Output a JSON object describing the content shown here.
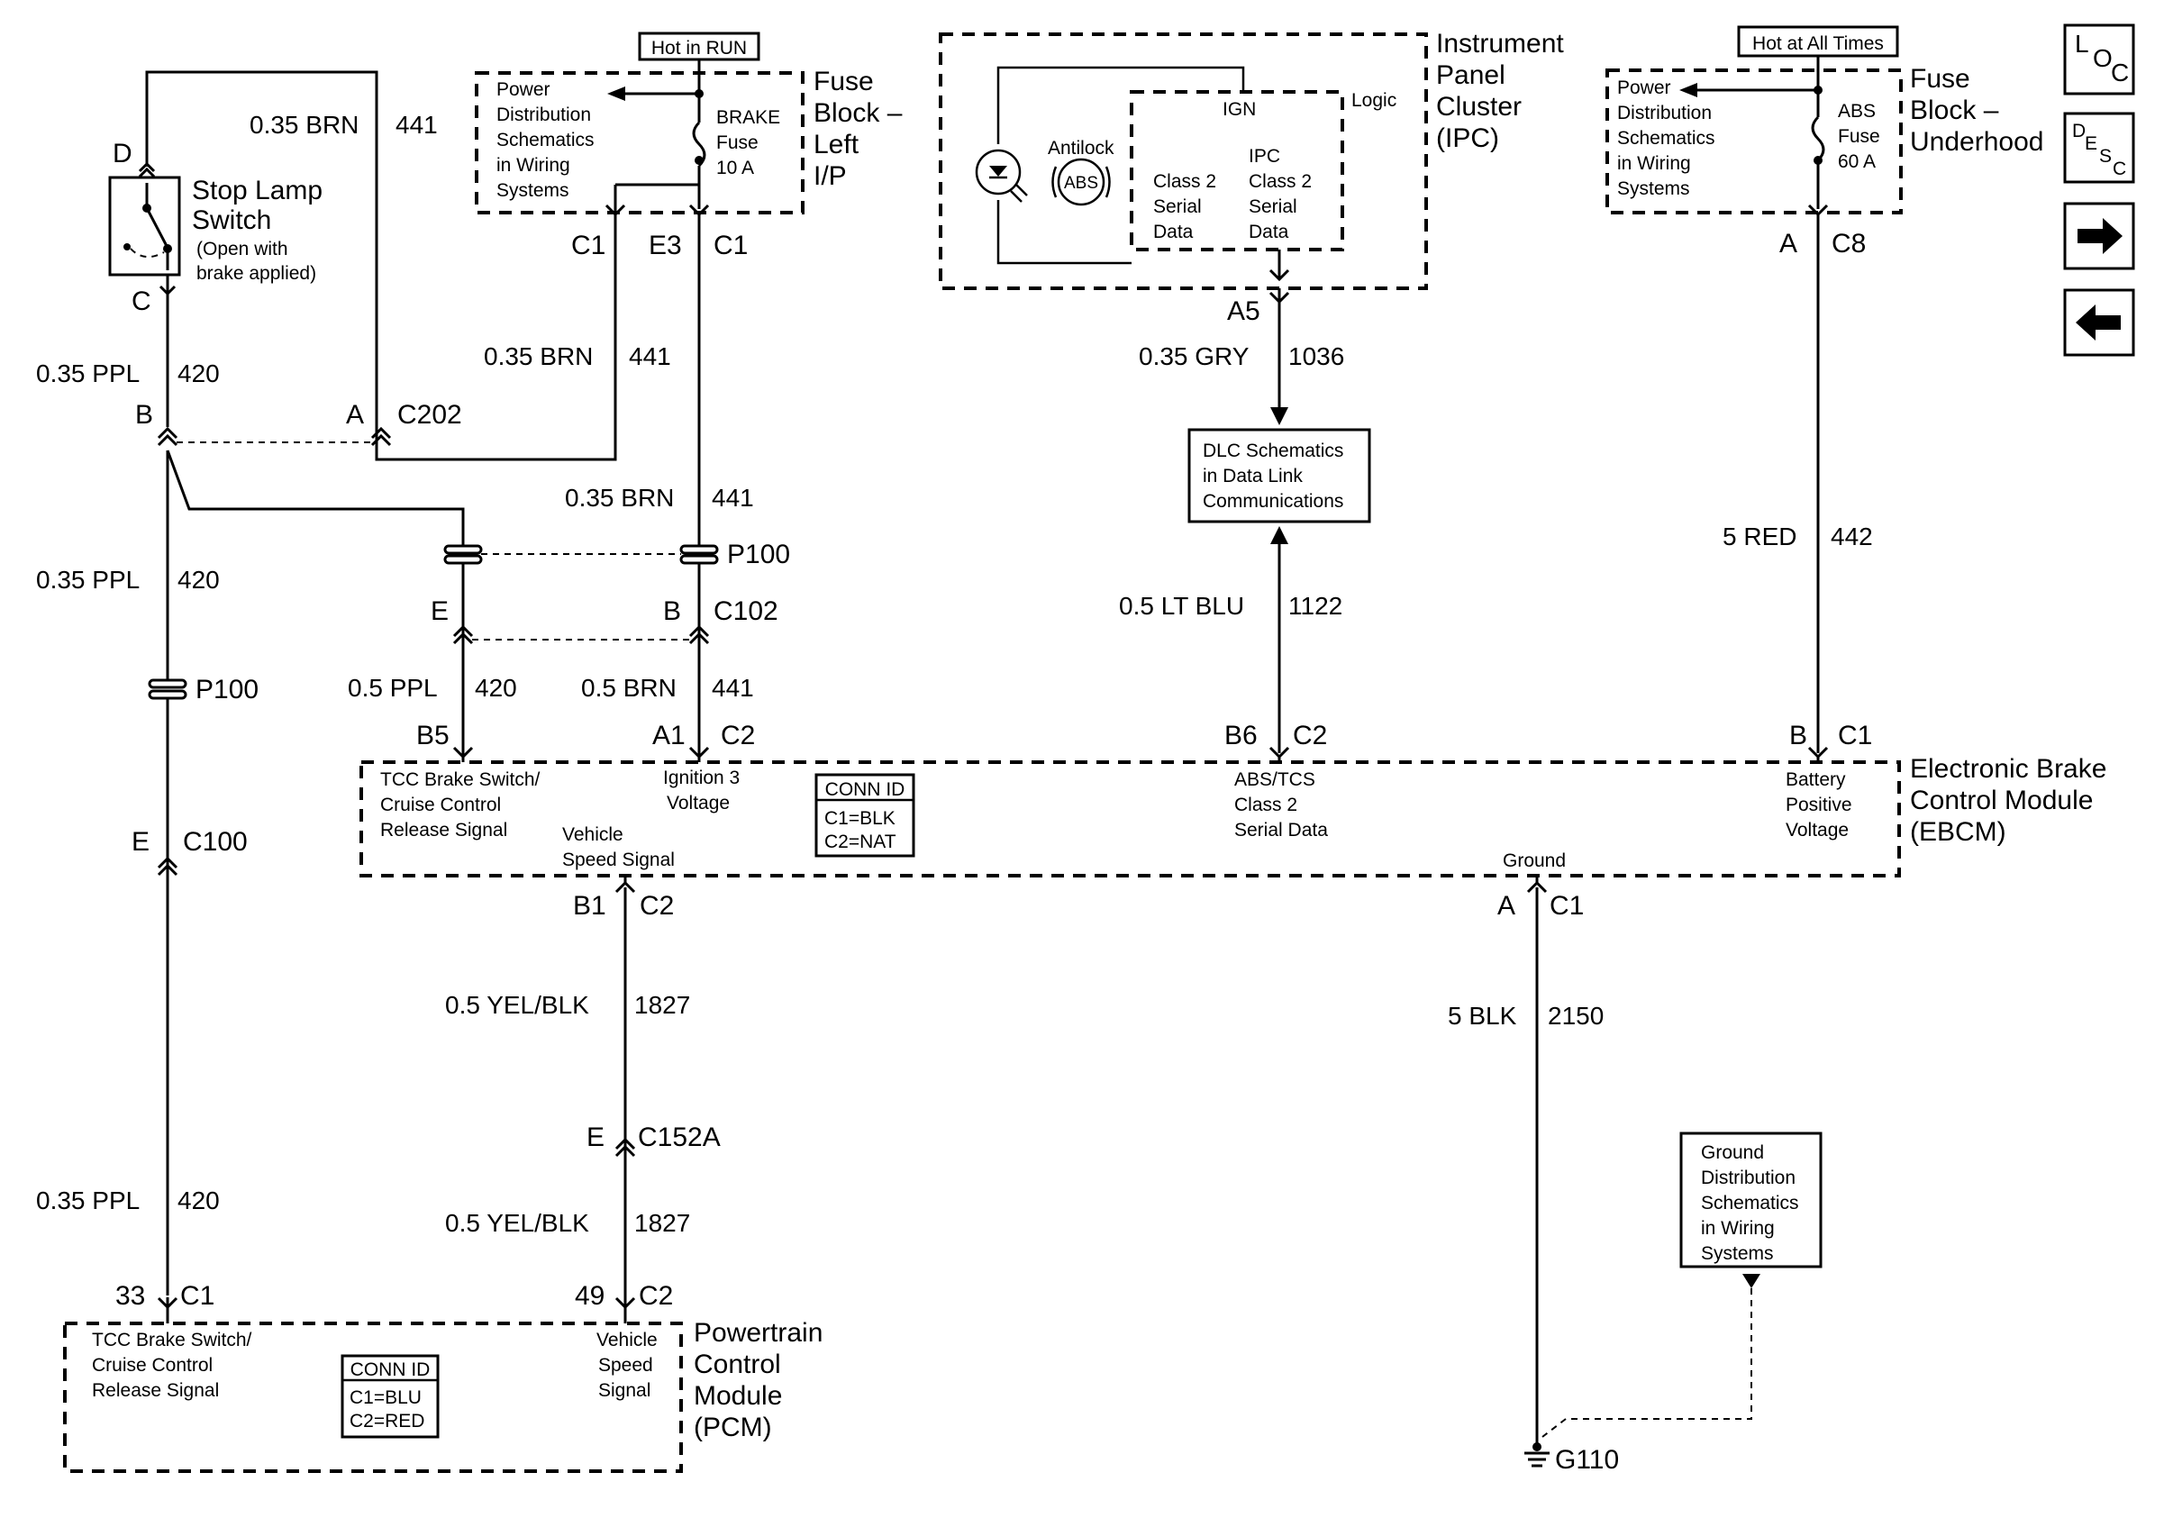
{
  "stop_lamp_switch": {
    "title_line1": "Stop Lamp",
    "title_line2": "Switch",
    "note_line1": "(Open with",
    "note_line2": "brake applied)",
    "pin_top": "D",
    "pin_bottom": "C"
  },
  "fuse_block_ip": {
    "title_line1": "Fuse",
    "title_line2": "Block –",
    "title_line3": "Left",
    "title_line4": "I/P",
    "hot_label": "Hot in RUN",
    "ref_line1": "Power",
    "ref_line2": "Distribution",
    "ref_line3": "Schematics",
    "ref_line4": "in Wiring",
    "ref_line5": "Systems",
    "fuse_line1": "BRAKE",
    "fuse_line2": "Fuse",
    "fuse_line3": "10 A",
    "pin_left": "C1",
    "pin_mid": "E3",
    "pin_right": "C1"
  },
  "ipc": {
    "title_line1": "Instrument",
    "title_line2": "Panel",
    "title_line3": "Cluster",
    "title_line4": "(IPC)",
    "logic": "Logic",
    "ign": "IGN",
    "antilock": "Antilock",
    "abs": "ABS",
    "class2_line1": "Class 2",
    "class2_line2": "Serial",
    "class2_line3": "Data",
    "ipc_line1": "IPC",
    "ipc_line2": "Class 2",
    "ipc_line3": "Serial",
    "ipc_line4": "Data",
    "pin": "A5"
  },
  "fuse_block_underhood": {
    "title_line1": "Fuse",
    "title_line2": "Block –",
    "title_line3": "Underhood",
    "hot_label": "Hot at All Times",
    "ref_line1": "Power",
    "ref_line2": "Distribution",
    "ref_line3": "Schematics",
    "ref_line4": "in Wiring",
    "ref_line5": "Systems",
    "fuse_line1": "ABS",
    "fuse_line2": "Fuse",
    "fuse_line3": "60 A",
    "pin": "A",
    "connector": "C8"
  },
  "nav": {
    "loc_l": "L",
    "loc_o": "O",
    "loc_c": "C",
    "desc_d": "D",
    "desc_e": "E",
    "desc_s": "S",
    "desc_c": "C",
    "next": "➜",
    "prev": "⬅"
  },
  "wires": {
    "brn441_top_size": "0.35 BRN",
    "brn441_top_num": "441",
    "ppl420_a_size": "0.35 PPL",
    "ppl420_a_num": "420",
    "brn441_mid_size": "0.35 BRN",
    "brn441_mid_num": "441",
    "brn441_c_size": "0.35 BRN",
    "brn441_c_num": "441",
    "ppl420_b_size": "0.35 PPL",
    "ppl420_b_num": "420",
    "ppl420_c_size": "0.5 PPL",
    "ppl420_c_num": "420",
    "brn441_d_size": "0.5 BRN",
    "brn441_d_num": "441",
    "gry1036_size": "0.35 GRY",
    "gry1036_num": "1036",
    "ltblu1122_size": "0.5 LT BLU",
    "ltblu1122_num": "1122",
    "red442_size": "5 RED",
    "red442_num": "442",
    "yelblk1827_a_size": "0.5 YEL/BLK",
    "yelblk1827_a_num": "1827",
    "yelblk1827_b_size": "0.5 YEL/BLK",
    "yelblk1827_b_num": "1827",
    "blk2150_size": "5 BLK",
    "blk2150_num": "2150",
    "ppl420_d_size": "0.35 PPL",
    "ppl420_d_num": "420"
  },
  "connectors": {
    "c202_pin_b": "B",
    "c202_pin_a": "A",
    "c202": "C202",
    "p100_right": "P100",
    "p100_left": "P100",
    "c102_pin_e": "E",
    "c102_pin_b": "B",
    "c102": "C102",
    "c100_pin": "E",
    "c100": "C100",
    "c152a_pin": "E",
    "c152a": "C152A"
  },
  "dlc": {
    "line1": "DLC Schematics",
    "line2": "in Data Link",
    "line3": "Communications"
  },
  "ebcm": {
    "title_line1": "Electronic Brake",
    "title_line2": "Control Module",
    "title_line3": "(EBCM)",
    "pin_b5": "B5",
    "pin_a1": "A1",
    "pin_a1_conn": "C2",
    "pin_b6": "B6",
    "pin_b6_conn": "C2",
    "pin_b": "B",
    "pin_b_conn": "C1",
    "pin_b1": "B1",
    "pin_b1_conn": "C2",
    "pin_a": "A",
    "pin_a_conn": "C1",
    "tcc_line1": "TCC Brake Switch/",
    "tcc_line2": "Cruise Control",
    "tcc_line3": "Release Signal",
    "ign_line1": "Ignition 3",
    "ign_line2": "Voltage",
    "vss_line1": "Vehicle",
    "vss_line2": "Speed Signal",
    "conn_id": "CONN ID",
    "conn_c1": "C1=BLK",
    "conn_c2": "C2=NAT",
    "abs_line1": "ABS/TCS",
    "abs_line2": "Class 2",
    "abs_line3": "Serial Data",
    "batt_line1": "Battery",
    "batt_line2": "Positive",
    "batt_line3": "Voltage",
    "ground": "Ground"
  },
  "pcm": {
    "title_line1": "Powertrain",
    "title_line2": "Control",
    "title_line3": "Module",
    "title_line4": "(PCM)",
    "pin_33": "33",
    "pin_33_conn": "C1",
    "pin_49": "49",
    "pin_49_conn": "C2",
    "tcc_line1": "TCC Brake Switch/",
    "tcc_line2": "Cruise Control",
    "tcc_line3": "Release Signal",
    "vss_line1": "Vehicle",
    "vss_line2": "Speed",
    "vss_line3": "Signal",
    "conn_id": "CONN ID",
    "conn_c1": "C1=BLU",
    "conn_c2": "C2=RED"
  },
  "ground_ref": {
    "line1": "Ground",
    "line2": "Distribution",
    "line3": "Schematics",
    "line4": "in Wiring",
    "line5": "Systems"
  },
  "ground": {
    "label": "G110"
  }
}
